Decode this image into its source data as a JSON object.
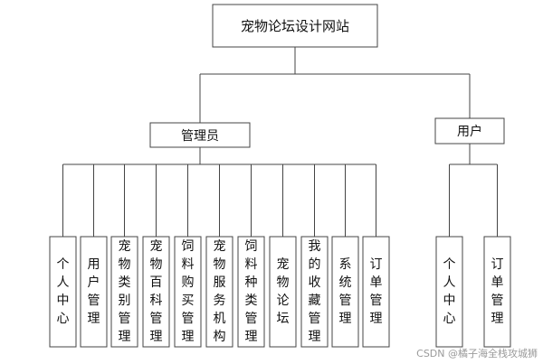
{
  "root": {
    "label": "宠物论坛设计网站"
  },
  "groups": [
    {
      "label": "管理员",
      "children": [
        "个人中心",
        "用户管理",
        "宠物类别管理",
        "宠物百科管理",
        "饲料购买管理",
        "宠物服务机构",
        "饲料种类管理",
        "宠物论坛",
        "我的收藏管理",
        "系统管理",
        "订单管理"
      ]
    },
    {
      "label": "用户",
      "children": [
        "个人中心",
        "订单管理"
      ]
    }
  ],
  "watermark": "CSDN @橘子海全栈攻城狮"
}
